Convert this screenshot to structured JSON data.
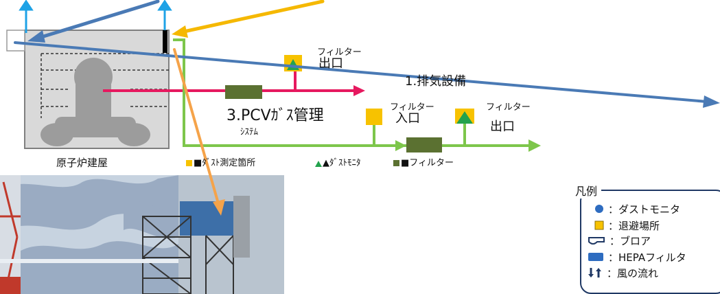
{
  "labels": {
    "filter_out_top_small": "フィルター",
    "filter_out_top": "出口",
    "exhaust": "1.排気設備",
    "pcv_gas": "3.PCVｶﾞｽ管理",
    "system": "ｼｽﾃﾑ",
    "filter_in_small": "フィルター",
    "filter_in": "入口",
    "filter_out2_small": "フィルター",
    "filter_out2": "出口",
    "reactor_building": "原子炉建屋"
  },
  "key_row": {
    "dust_points": "■ﾀﾞｽﾄ測定箇所",
    "dust_monitor": "▲ﾀﾞｽﾄﾓﾆﾀ",
    "filter": "■フィルター"
  },
  "legend": {
    "title": "凡例",
    "items": [
      {
        "icon": "circle-dot-icon",
        "label": "：ダストモニタ"
      },
      {
        "icon": "yellow-square-icon",
        "label": "：退避場所"
      },
      {
        "icon": "blower-icon",
        "label": "：ブロア"
      },
      {
        "icon": "hepa-filter-icon",
        "label": "：HEPAフィルタ"
      },
      {
        "icon": "wind-arrows-icon",
        "label": "：風の流れ"
      }
    ]
  },
  "colors": {
    "pink": "#e6195f",
    "green_line": "#7dc64b",
    "filter_box": "#5b7131",
    "yellow": "#f7c200",
    "green_tri": "#23a24d",
    "blue_arrow": "#1ea2e6",
    "steel_blue": "#4a7ab5",
    "orange": "#f5a34a",
    "gold": "#f5b800"
  }
}
